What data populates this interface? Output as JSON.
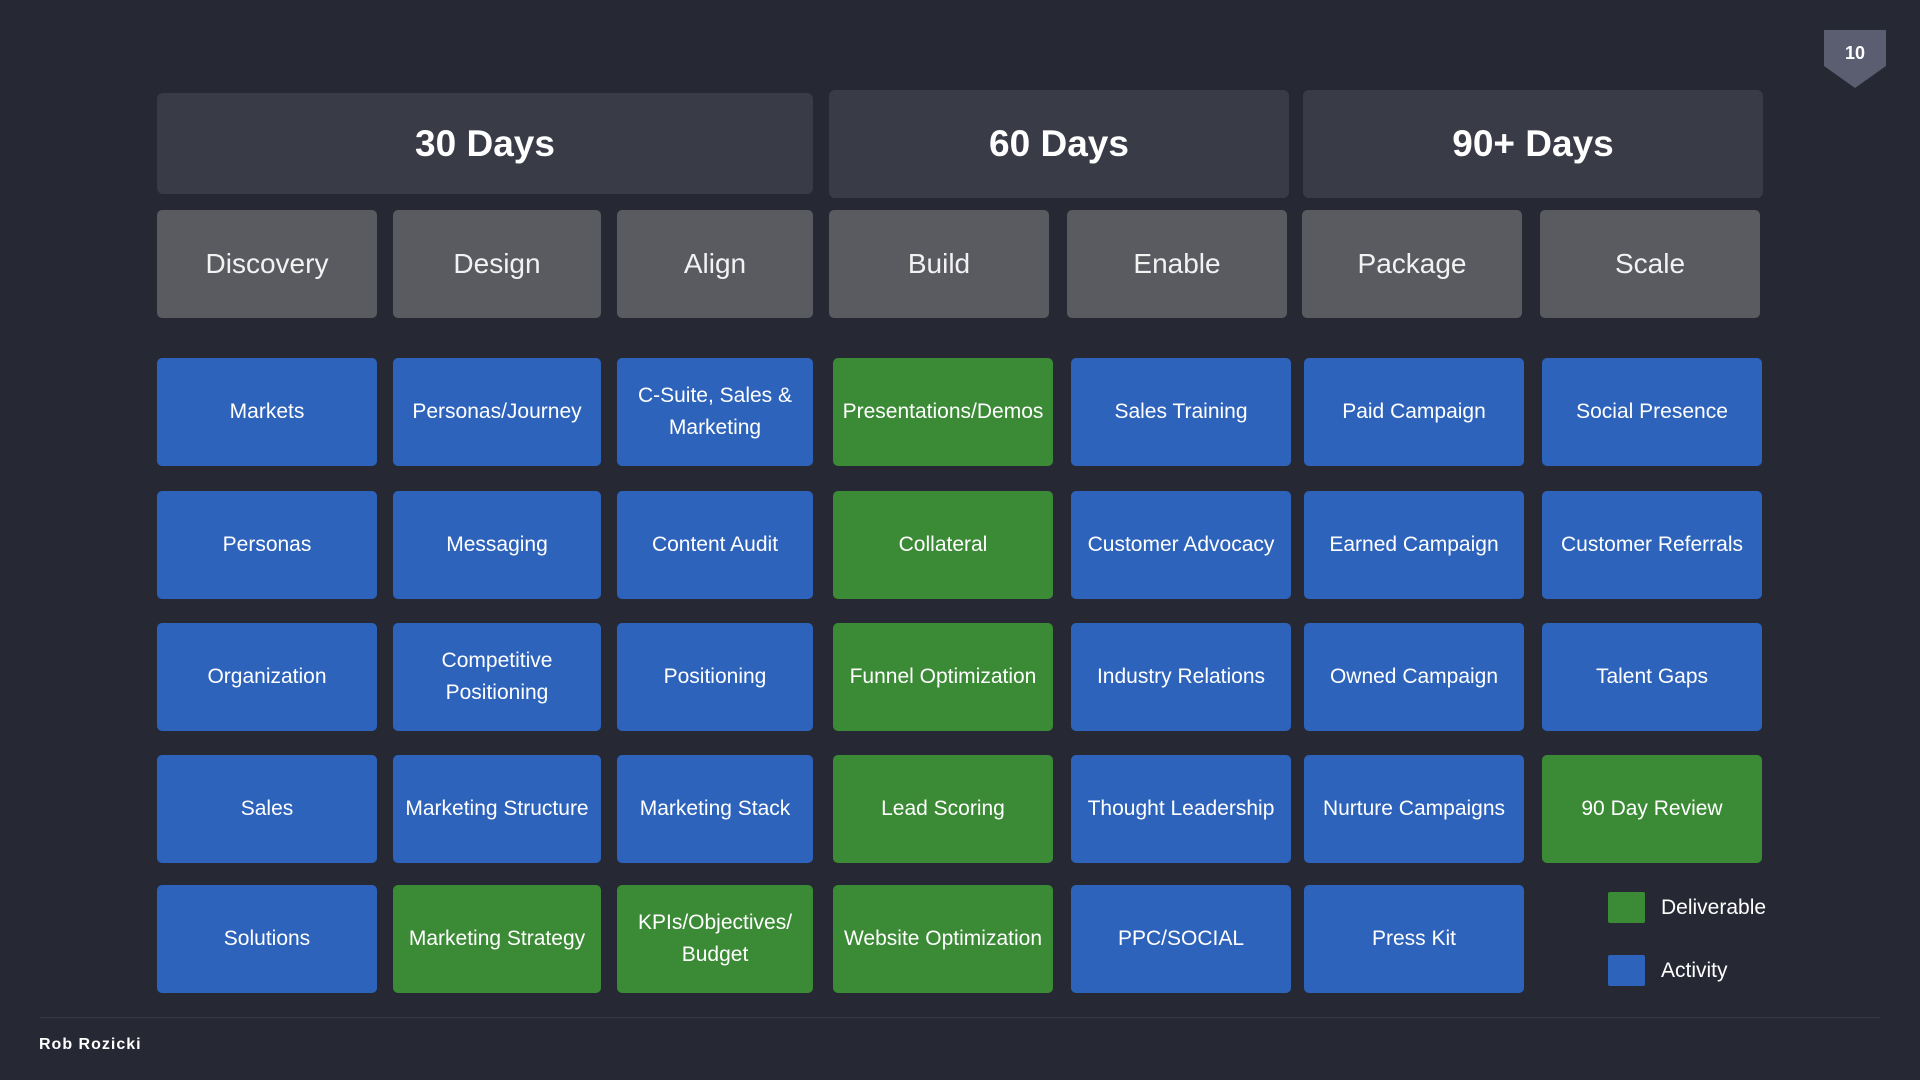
{
  "slide_number": "10",
  "headers": {
    "h30": "30 Days",
    "h60": "60 Days",
    "h90": "90+ Days"
  },
  "phases": {
    "discovery": "Discovery",
    "design": "Design",
    "align": "Align",
    "build": "Build",
    "enable": "Enable",
    "package": "Package",
    "scale": "Scale"
  },
  "columns": {
    "discovery": [
      {
        "label": "Markets",
        "type": "activity"
      },
      {
        "label": "Personas",
        "type": "activity"
      },
      {
        "label": "Organization",
        "type": "activity"
      },
      {
        "label": "Sales",
        "type": "activity"
      },
      {
        "label": "Solutions",
        "type": "activity"
      }
    ],
    "design": [
      {
        "label": "Personas/Journey",
        "type": "activity"
      },
      {
        "label": "Messaging",
        "type": "activity"
      },
      {
        "label": "Competitive Positioning",
        "type": "activity"
      },
      {
        "label": "Marketing Structure",
        "type": "activity"
      },
      {
        "label": "Marketing Strategy",
        "type": "deliverable"
      }
    ],
    "align": [
      {
        "label": "C-Suite, Sales & Marketing",
        "type": "activity"
      },
      {
        "label": "Content Audit",
        "type": "activity"
      },
      {
        "label": "Positioning",
        "type": "activity"
      },
      {
        "label": "Marketing Stack",
        "type": "activity"
      },
      {
        "label": "KPIs/Objectives/ Budget",
        "type": "deliverable"
      }
    ],
    "build": [
      {
        "label": "Presentations/Demos",
        "type": "deliverable"
      },
      {
        "label": "Collateral",
        "type": "deliverable"
      },
      {
        "label": "Funnel Optimization",
        "type": "deliverable"
      },
      {
        "label": "Lead Scoring",
        "type": "deliverable"
      },
      {
        "label": "Website Optimization",
        "type": "deliverable"
      }
    ],
    "enable": [
      {
        "label": "Sales Training",
        "type": "activity"
      },
      {
        "label": "Customer Advocacy",
        "type": "activity"
      },
      {
        "label": "Industry Relations",
        "type": "activity"
      },
      {
        "label": "Thought Leadership",
        "type": "activity"
      },
      {
        "label": "PPC/SOCIAL",
        "type": "activity"
      }
    ],
    "package": [
      {
        "label": "Paid Campaign",
        "type": "activity"
      },
      {
        "label": "Earned Campaign",
        "type": "activity"
      },
      {
        "label": "Owned Campaign",
        "type": "activity"
      },
      {
        "label": "Nurture Campaigns",
        "type": "activity"
      },
      {
        "label": "Press Kit",
        "type": "activity"
      }
    ],
    "scale": [
      {
        "label": "Social Presence",
        "type": "activity"
      },
      {
        "label": "Customer Referrals",
        "type": "activity"
      },
      {
        "label": "Talent Gaps",
        "type": "activity"
      },
      {
        "label": "90 Day Review",
        "type": "deliverable"
      }
    ]
  },
  "legend": {
    "deliverable": "Deliverable",
    "activity": "Activity",
    "deliverable_color": "#3b8a35",
    "activity_color": "#2e63bb"
  },
  "footer": {
    "author": "Rob Rozicki"
  }
}
